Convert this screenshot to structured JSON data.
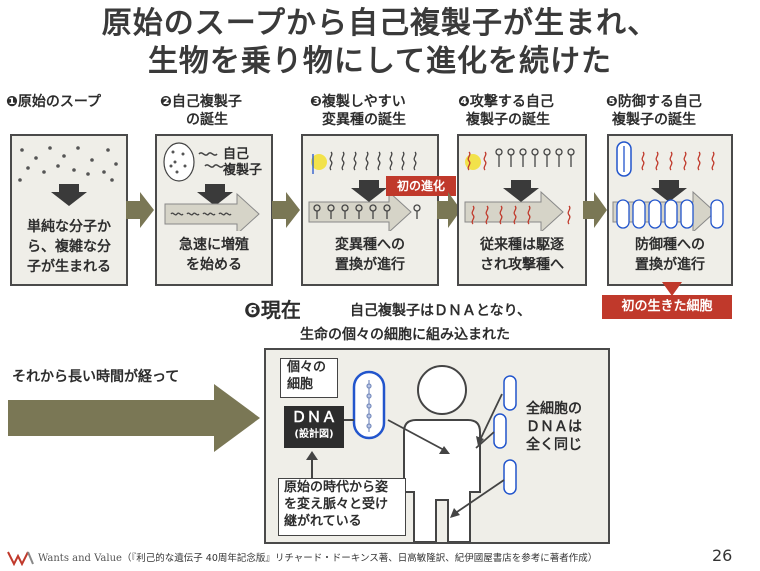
{
  "title": {
    "line1": "原始のスープから自己複製子が生まれ、",
    "line2": "生物を乗り物にして進化を続けた"
  },
  "steps": [
    {
      "title": "❶原始のスープ",
      "text1": "単純な分子か",
      "text2": "ら、複雑な分",
      "text3": "子が生まれる"
    },
    {
      "title": "❷自己複製子",
      "title2": "の誕生",
      "label1": "自己",
      "label2": "複製子",
      "text1": "急速に増殖",
      "text2": "を始める"
    },
    {
      "title": "❸複製しやすい",
      "title2": "変異種の誕生",
      "badge": "初の進化",
      "text1": "変異種への",
      "text2": "置換が進行"
    },
    {
      "title": "❹攻撃する自己",
      "title2": "複製子の誕生",
      "text1": "従来種は駆逐",
      "text2": "され攻撃種へ"
    },
    {
      "title": "❺防御する自己",
      "title2": "複製子の誕生",
      "text1": "防御種への",
      "text2": "置換が進行",
      "badge": "初の生きた細胞"
    }
  ],
  "current": {
    "heading": "❻現在",
    "desc1": "自己複製子はＤＮＡとなり、",
    "desc2": "生命の個々の細胞に組み込まれた",
    "time_label": "それから長い時間が経って",
    "cell_label1": "個々の",
    "cell_label2": "細胞",
    "dna_label": "ＤＮＡ",
    "dna_sub": "(設計図)",
    "inherit1": "原始の時代から姿",
    "inherit2": "を変え脈々と受け",
    "inherit3": "継がれている",
    "same1": "全細胞の",
    "same2": "ＤＮＡは",
    "same3": "全く同じ"
  },
  "footer": {
    "logo_text": "Wants and Value",
    "source": "（『利己的な遺伝子 40周年記念版』リチャード・ドーキンス著、日高敏隆訳、紀伊國屋書店を参考に著者作成）",
    "page": "26"
  },
  "colors": {
    "panel_bg": "#efeee8",
    "arrow": "#7a7755",
    "accent": "#c0392b",
    "cell_blue": "#2255cc"
  }
}
